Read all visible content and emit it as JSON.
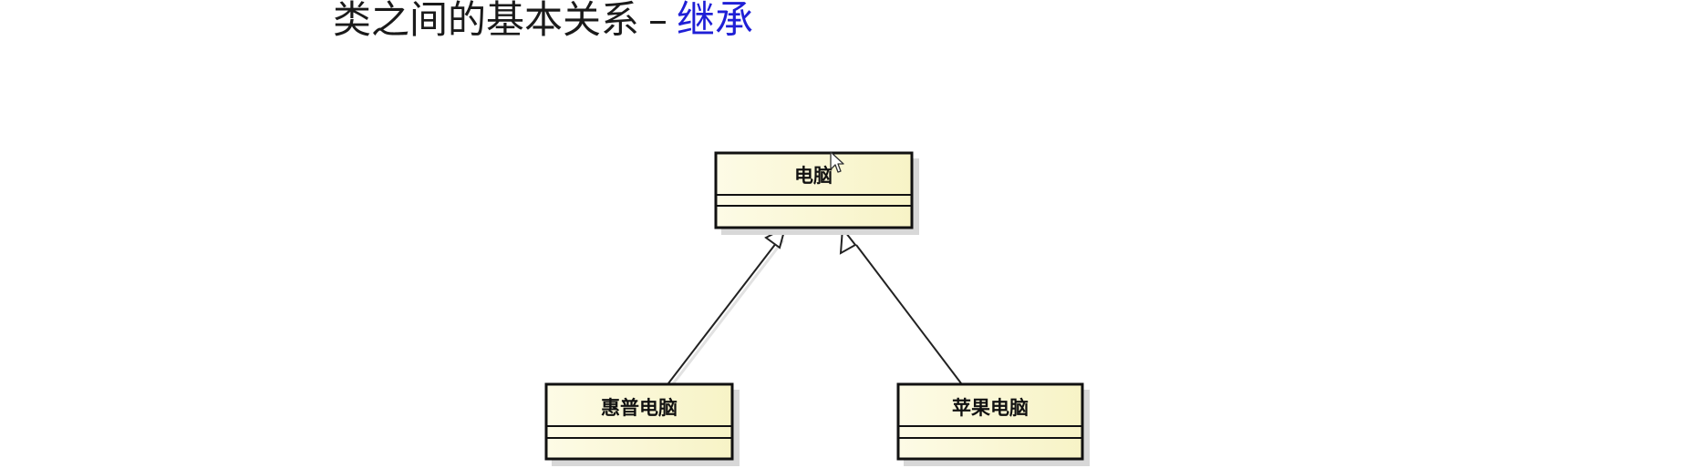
{
  "title": {
    "main": "类之间的基本关系",
    "separator": "–",
    "highlight": "继承"
  },
  "colors": {
    "title_text": "#1a1a1a",
    "title_highlight": "#1f1fd6",
    "class_fill": "#fdfbe0",
    "class_border": "#111111",
    "shadow": "#d8d8d8"
  },
  "classes": [
    {
      "id": "computer",
      "name": "电脑",
      "role": "parent"
    },
    {
      "id": "hp-computer",
      "name": "惠普电脑",
      "role": "child"
    },
    {
      "id": "apple-computer",
      "name": "苹果电脑",
      "role": "child"
    }
  ],
  "relations": [
    {
      "type": "generalization",
      "from": "hp-computer",
      "to": "computer"
    },
    {
      "type": "generalization",
      "from": "apple-computer",
      "to": "computer"
    }
  ]
}
